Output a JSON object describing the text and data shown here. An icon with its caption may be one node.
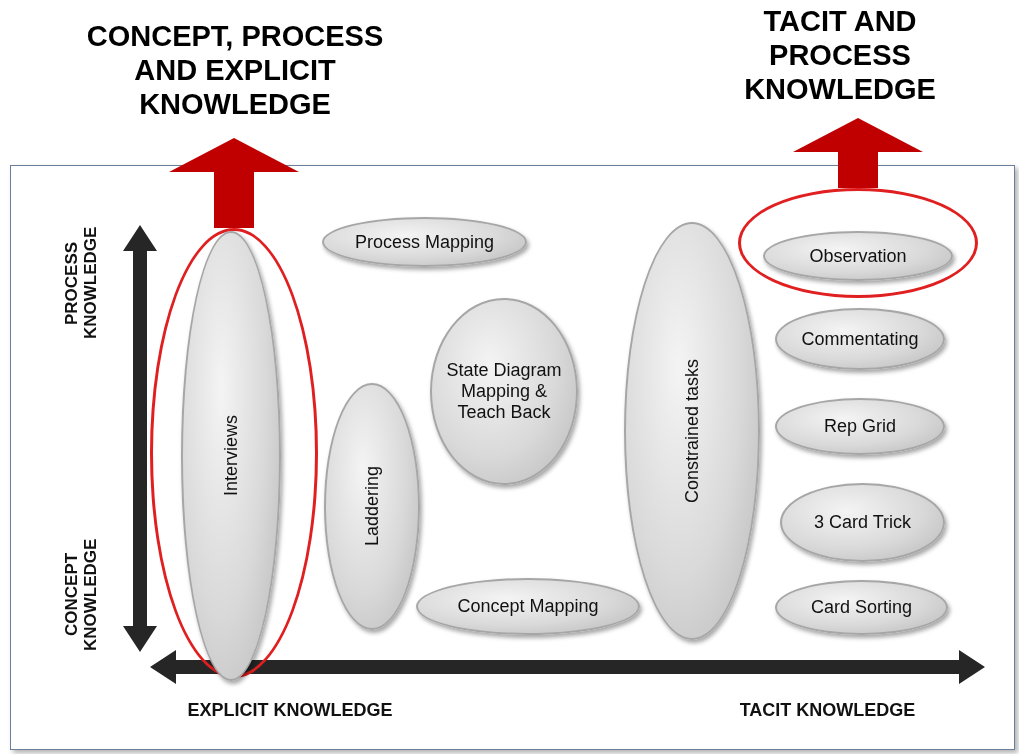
{
  "diagram": {
    "nodes": [
      {
        "text": [
          "CONCEPT, PROCESS AND EXPLICIT KNOWLEDGE"
        ]
      },
      {
        "text": [
          "TACIT AND PROCESS KNOWLEDGE"
        ]
      },
      {
        "text": [],
        "shape": "ellipse"
      },
      {
        "text": [
          "Interviews"
        ],
        "in": 2
      },
      {
        "text": [
          "Process Mapping"
        ]
      },
      {
        "text": [],
        "shape": "ellipse"
      },
      {
        "text": [
          "Observation"
        ],
        "in": 5
      },
      {
        "text": [
          "State Diagram Mapping & Teach Back"
        ]
      },
      {
        "text": [
          "Laddering"
        ]
      },
      {
        "text": [
          "Constrained tasks"
        ]
      },
      {
        "text": [
          "Commentating"
        ]
      },
      {
        "text": [
          "Rep Grid"
        ]
      },
      {
        "text": [
          "3 Card Trick"
        ]
      },
      {
        "text": [
          "Concept Mapping"
        ]
      },
      {
        "text": [
          "Card Sorting"
        ]
      }
    ],
    "edges": [
      {
        "from": 2,
        "to": 0,
        "arrow": "to"
      },
      {
        "from": 5,
        "to": 1,
        "arrow": "to"
      }
    ],
    "labels": [
      "PROCESS KNOWLEDGE",
      "CONCEPT KNOWLEDGE",
      "EXPLICIT KNOWLEDGE",
      "TACIT KNOWLEDGE"
    ]
  }
}
